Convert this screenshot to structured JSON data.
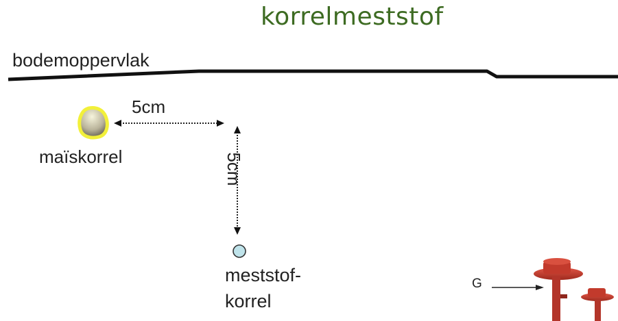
{
  "title": "korrelmeststof",
  "surface_label": "bodemoppervlak",
  "distance_horizontal": "5cm",
  "distance_vertical": "5cm",
  "grain_label": "maïskorrel",
  "fertilizer_label_line1": "meststof-",
  "fertilizer_label_line2": "korrel",
  "marker_label": "G",
  "colors": {
    "title": "#3d6b22",
    "grain_glow": "#f2f03a",
    "fertilizer_granule": "#bfe3ea",
    "tool": "#c23a2c"
  }
}
